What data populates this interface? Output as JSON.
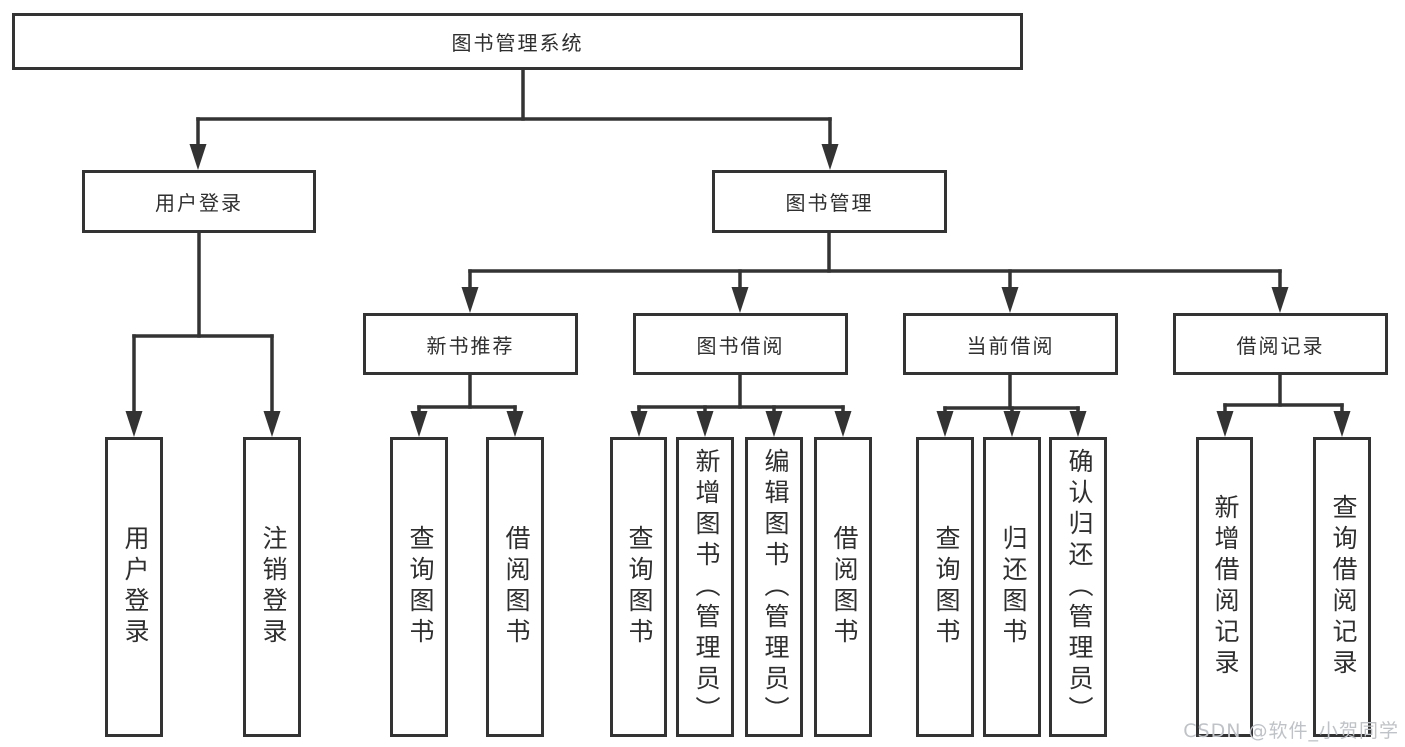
{
  "diagram": {
    "title_node": {
      "label": "图书管理系统"
    },
    "level2": [
      {
        "label": "用户登录"
      },
      {
        "label": "图书管理"
      }
    ],
    "level3": [
      {
        "label": "新书推荐"
      },
      {
        "label": "图书借阅"
      },
      {
        "label": "当前借阅"
      },
      {
        "label": "借阅记录"
      }
    ],
    "leaves": {
      "user_login": [
        {
          "label": "用户登录"
        },
        {
          "label": "注销登录"
        }
      ],
      "new_book": [
        {
          "label": "查询图书"
        },
        {
          "label": "借阅图书"
        }
      ],
      "book_borrow": [
        {
          "label": "查询图书"
        },
        {
          "label": "新增图书（管理员）"
        },
        {
          "label": "编辑图书（管理员）"
        },
        {
          "label": "借阅图书"
        }
      ],
      "current_borrow": [
        {
          "label": "查询图书"
        },
        {
          "label": "归还图书"
        },
        {
          "label": "确认归还（管理员）"
        }
      ],
      "borrow_record": [
        {
          "label": "新增借阅记录"
        },
        {
          "label": "查询借阅记录"
        }
      ]
    },
    "colors": {
      "line": "#333333",
      "text": "#2f2f2f",
      "background": "#ffffff",
      "watermark": "#bfc3c7"
    },
    "watermark": "CSDN @软件_小贺同学"
  }
}
